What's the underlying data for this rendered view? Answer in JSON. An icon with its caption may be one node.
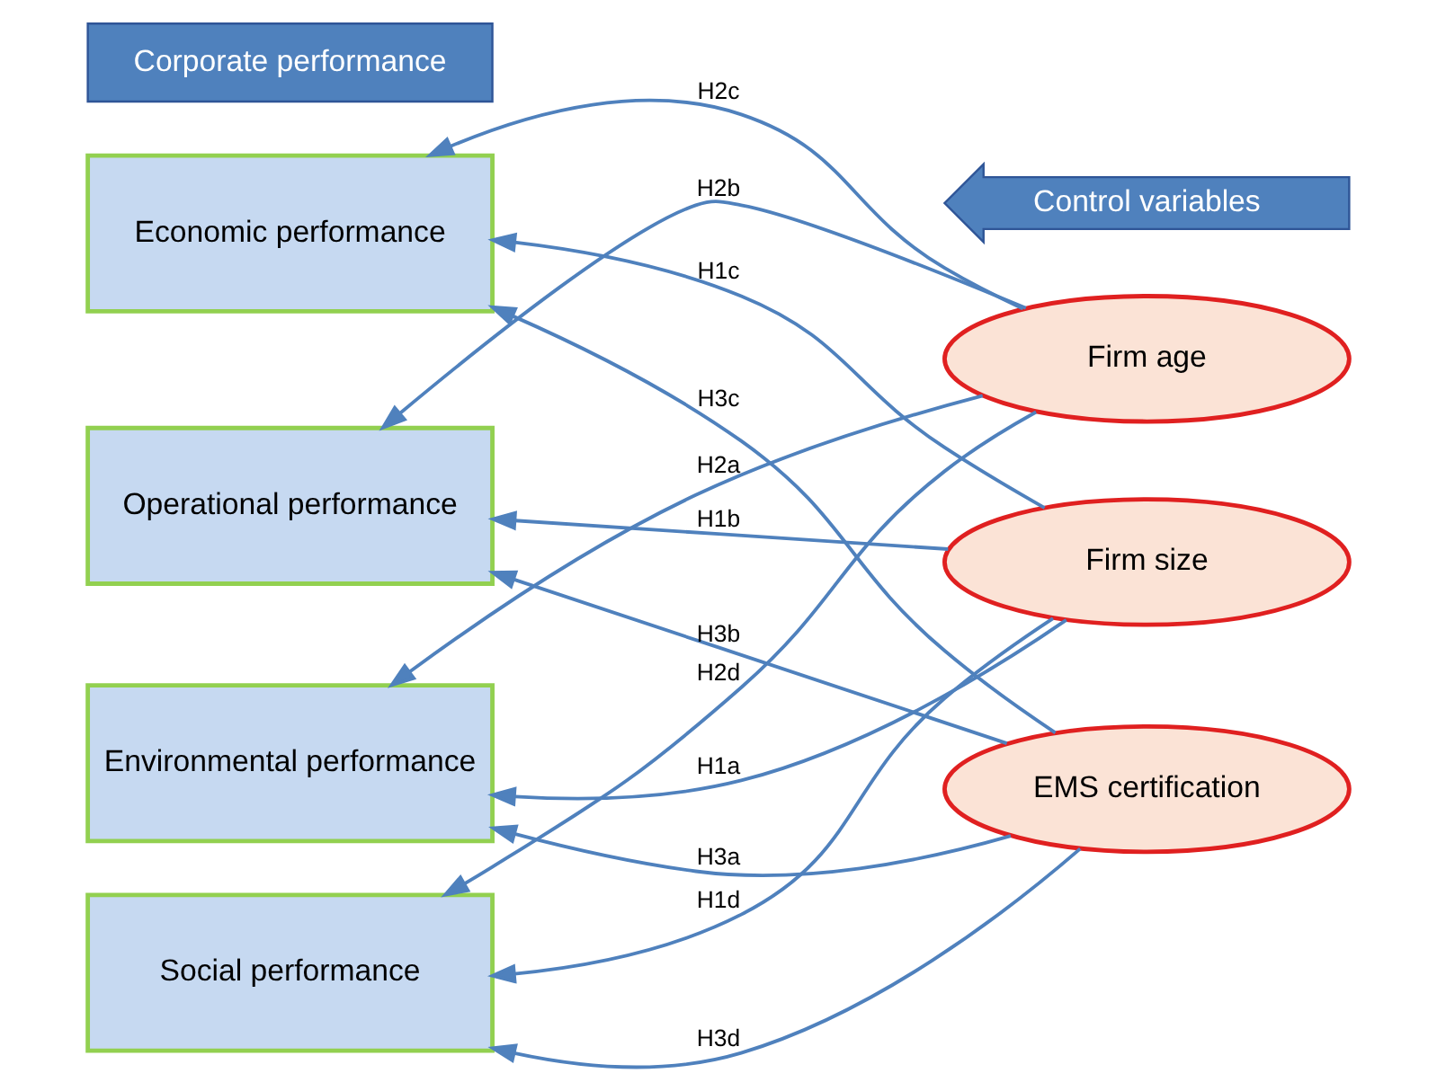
{
  "diagram": {
    "nodes": [
      {
        "text": [
          "Environmental performance"
        ]
      },
      {
        "text": [
          "Operational performance"
        ]
      },
      {
        "text": [
          "Economic performance"
        ]
      },
      {
        "text": [
          "Social performance"
        ]
      },
      {
        "text": [
          "Firm size"
        ]
      },
      {
        "text": [
          "Firm age"
        ]
      },
      {
        "text": [
          "EMS certification"
        ]
      },
      {
        "text": [
          "Corporate performance"
        ]
      },
      {
        "text": [
          "Control variables"
        ]
      }
    ],
    "edges": [
      {
        "from": 4,
        "to": 0,
        "arrow": "to",
        "label": "H1a"
      },
      {
        "from": 4,
        "to": 1,
        "arrow": "to",
        "label": "H1b"
      },
      {
        "from": 4,
        "to": 2,
        "arrow": "to",
        "label": "H1c"
      },
      {
        "from": 4,
        "to": 3,
        "arrow": "to",
        "label": "H1d"
      },
      {
        "from": 5,
        "to": 0,
        "arrow": "to",
        "label": "H2a"
      },
      {
        "from": 5,
        "to": 1,
        "arrow": "to",
        "label": "H2b"
      },
      {
        "from": 5,
        "to": 2,
        "arrow": "to",
        "label": "H2c"
      },
      {
        "from": 5,
        "to": 3,
        "arrow": "to",
        "label": "H2d"
      },
      {
        "from": 6,
        "to": 0,
        "arrow": "to",
        "label": "H3a"
      },
      {
        "from": 6,
        "to": 1,
        "arrow": "to",
        "label": "H3b"
      },
      {
        "from": 6,
        "to": 2,
        "arrow": "to",
        "label": "H3c"
      },
      {
        "from": 6,
        "to": 3,
        "arrow": "to",
        "label": "H3d"
      }
    ]
  }
}
